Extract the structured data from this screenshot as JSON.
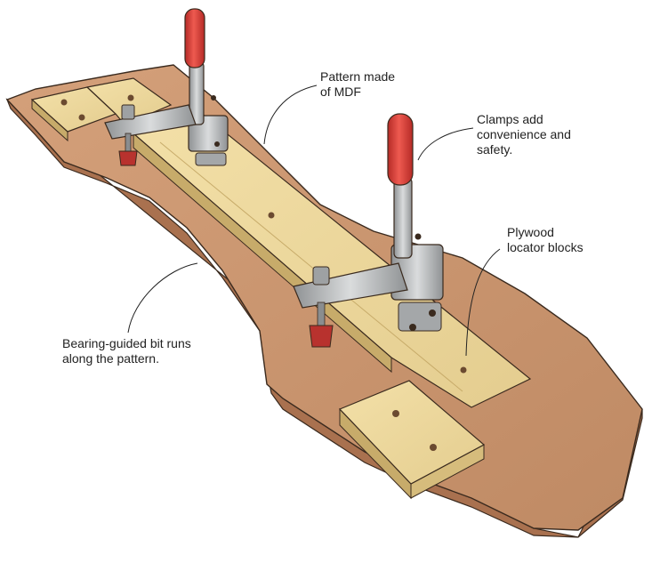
{
  "callouts": {
    "pattern": "Pattern made\nof MDF",
    "clamps": "Clamps add\nconvenience and\nsafety.",
    "plywood": "Plywood\nlocator blocks",
    "bearing": "Bearing-guided bit runs\nalong the pattern."
  },
  "colors": {
    "mdf": "#c9946e",
    "mdf_edge": "#a9714f",
    "plywood": "#ecd79c",
    "plywood_edge": "#c7ab6a",
    "clamp_metal": "#b4b6b8",
    "clamp_handle": "#d43a34",
    "clamp_pad": "#b8322e",
    "ink": "#3a2a1e"
  }
}
